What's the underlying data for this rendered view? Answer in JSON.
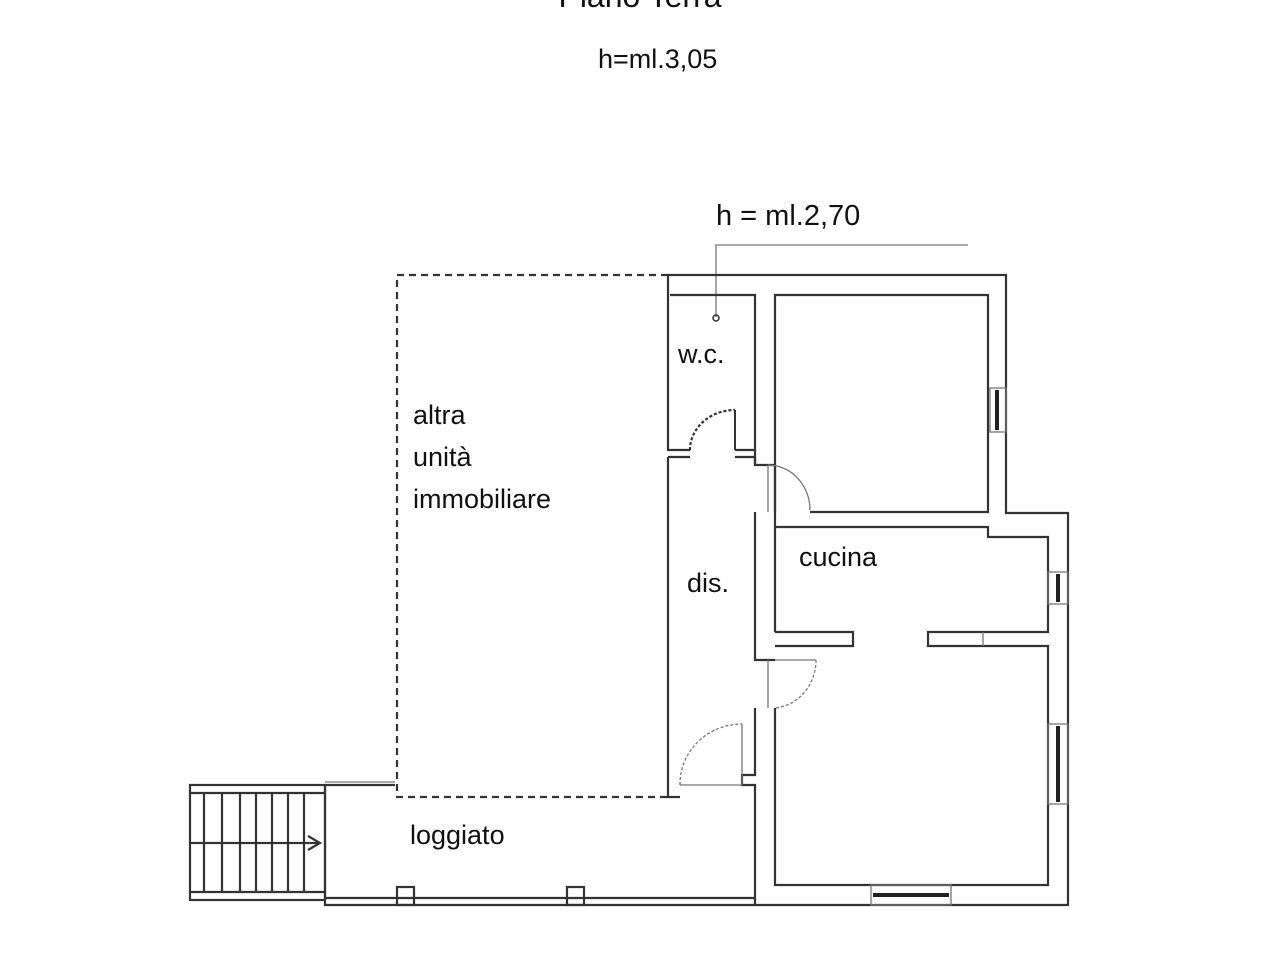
{
  "title": "Piano Terra",
  "height_main": "h=ml.3,05",
  "height_wc": "h = ml.2,70",
  "rooms": {
    "other_unit": [
      "altra",
      "unità",
      "immobiliare"
    ],
    "wc": "w.c.",
    "dis": "dis.",
    "cucina": "cucina",
    "loggiato": "loggiato"
  }
}
